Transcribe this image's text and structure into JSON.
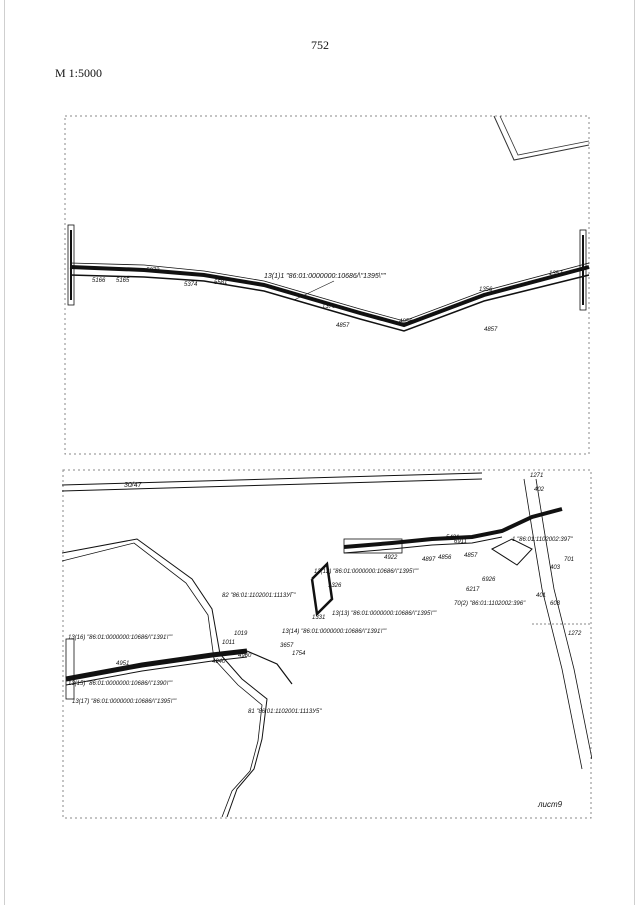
{
  "page_number": "752",
  "scale": "М 1:5000",
  "sheet_label": "лист9",
  "map1": {
    "parcel_main": "13(1)1 \"86:01:0000000:10686/\\\"1395\\\"\"",
    "points": [
      "5166",
      "5165",
      "5373",
      "5374",
      "5581",
      "1376",
      "4857",
      "4856",
      "4857",
      "1356",
      "1357"
    ]
  },
  "map2": {
    "road": "30/47",
    "parcel_a": "82 \"86:01:1102001:1113УГ\"",
    "parcel_b": "81 \"86:01:1102001:1113У5\"",
    "parcel_c": "13(14) \"86:01:0000000:10686/\\\"1391\\\"\"",
    "parcel_d": "13(12) \"86:01:0000000:10686/\\\"1395\\\"\"",
    "parcel_e": "13(13) \"86:01:0000000:10686/\\\"1395\\\"\"",
    "parcel_f": "70(2) \"86:01:1102002:396\"",
    "parcel_g": "1 \"86:01:1102002:397\"",
    "parcel_h": "13(16) \"86:01:0000000:10686/\\\"1391\\\"\"",
    "parcel_i": "13(17) \"86:01:0000000:10686/\\\"1395\\\"\"",
    "parcel_j": "13(15) \"86:01:0000000:10686/\\\"1390\\\"\"",
    "points": [
      "1271",
      "1272",
      "402",
      "403",
      "401",
      "701",
      "603",
      "4922",
      "4897",
      "4856",
      "4857",
      "5431",
      "6911",
      "6926",
      "6217",
      "1326",
      "1331",
      "1019",
      "4960",
      "4940",
      "3657",
      "1754",
      "1011",
      "4951"
    ]
  }
}
